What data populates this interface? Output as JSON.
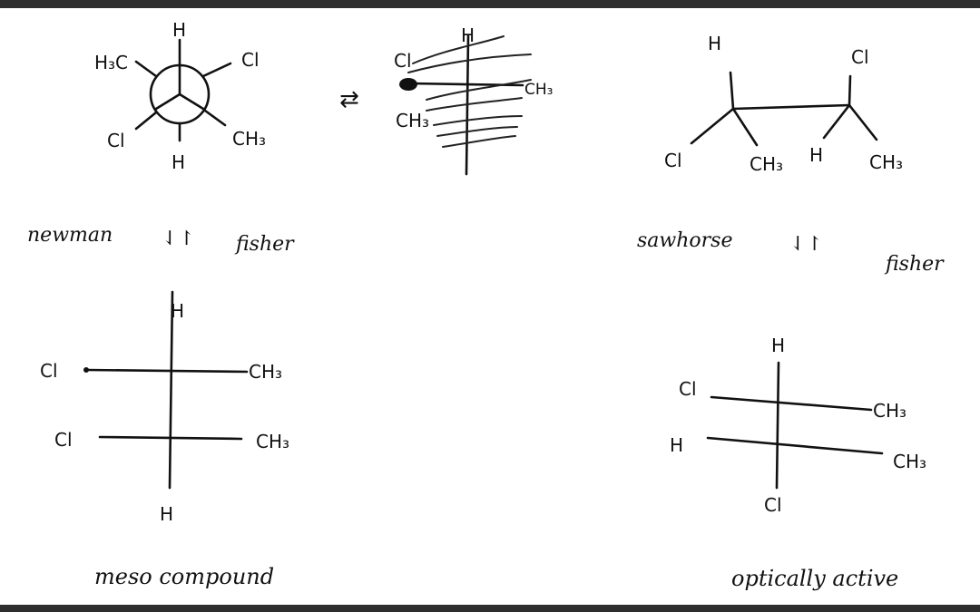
{
  "newman": {
    "top": "H",
    "bottom": "H",
    "top_left": "H₃C",
    "top_right": "Cl",
    "bottom_left": "Cl",
    "bottom_right": "CH₃"
  },
  "scribble": {
    "top": "H",
    "left_top": "Cl",
    "right": "CH₃",
    "left_bottom": "CH₃",
    "arrow": "⇄"
  },
  "sawhorse_struct": {
    "h_top": "H",
    "cl_top": "Cl",
    "cl_left": "Cl",
    "ch3_mid": "CH₃",
    "h_mid": "H",
    "ch3_right": "CH₃"
  },
  "captions": {
    "newman": "newman",
    "newman_arrows": "⇃↾",
    "fisher_1": "fisher",
    "sawhorse": "sawhorse",
    "sawhorse_arrows": "⇃↾",
    "fisher_2": "fisher",
    "meso": "meso compound",
    "optical": "optically active"
  },
  "fisher_meso": {
    "top": "H",
    "left1": "Cl",
    "right1": "CH₃",
    "left2": "Cl",
    "right2": "CH₃",
    "bottom": "H"
  },
  "fisher_active": {
    "top": "H",
    "left1": "Cl",
    "right1": "CH₃",
    "left2": "H",
    "right2": "CH₃",
    "bottom": "Cl"
  }
}
